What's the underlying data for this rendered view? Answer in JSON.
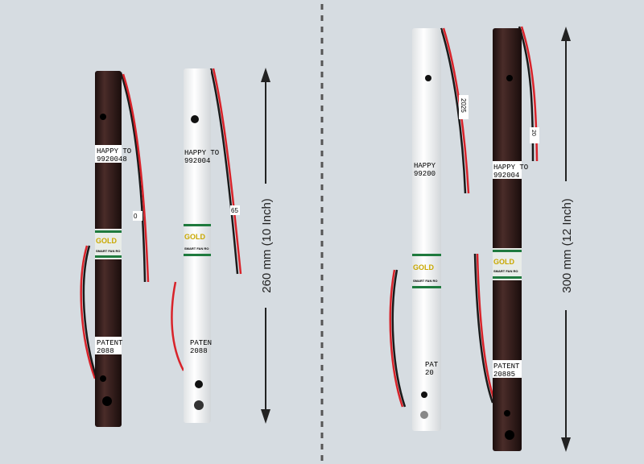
{
  "colors": {
    "background": "#d6dce1",
    "brown_rod": "#3a2220",
    "white_rod": "#f7f7f7",
    "wire_red": "#d8232a",
    "wire_black": "#1a1a1a",
    "label_green": "#1f7a3e",
    "logo_gold": "#c9a800"
  },
  "left_group": {
    "measurement": "260 mm (10 Inch)",
    "brown_rod": {
      "label_top_1": "HAPPY TO",
      "label_top_2": "9920048",
      "logo": "GOLD",
      "logo_sub": "SMART FAN RO",
      "label_bottom_1": "PATENT",
      "label_bottom_2": "2088",
      "wire_tag": "0"
    },
    "white_rod": {
      "label_top_1": "HAPPY TO",
      "label_top_2": "992004",
      "logo": "GOLD",
      "logo_sub": "SMART FAN RO",
      "label_bottom_1": "PATEN",
      "label_bottom_2": "2088",
      "wire_tag": "65"
    }
  },
  "right_group": {
    "measurement": "300 mm (12 Inch)",
    "white_rod": {
      "label_top_1": "HAPPY",
      "label_top_2": "99200",
      "logo": "GOLD",
      "logo_sub": "SMART FAN RO",
      "label_bottom_1": "PAT",
      "label_bottom_2": "20",
      "wire_tag": "2025"
    },
    "brown_rod": {
      "label_top_1": "HAPPY TO",
      "label_top_2": "992004",
      "logo": "GOLD",
      "logo_sub": "SMART FAN RO",
      "label_bottom_1": "PATENT",
      "label_bottom_2": "20885",
      "wire_tag": "20"
    }
  }
}
